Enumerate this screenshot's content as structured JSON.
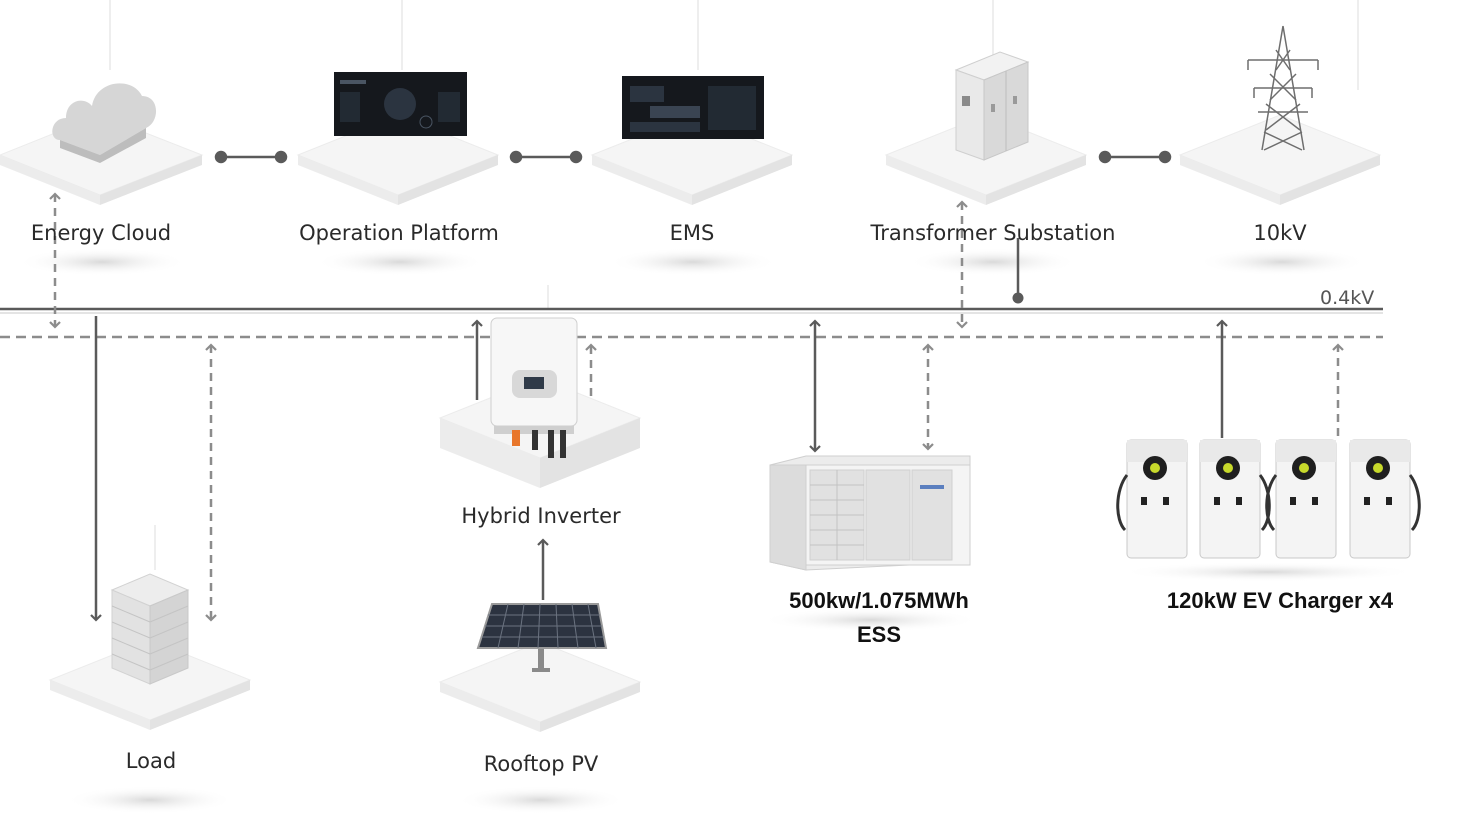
{
  "nodes": {
    "energy_cloud": {
      "label": "Energy Cloud",
      "icon": "cloud-icon"
    },
    "operation_platform": {
      "label": "Operation Platform",
      "icon": "dashboard-screen-icon"
    },
    "ems": {
      "label": "EMS",
      "icon": "ems-screen-icon"
    },
    "transformer_substation": {
      "label": "Transformer Substation",
      "icon": "substation-cabinet-icon"
    },
    "grid_10kv": {
      "label": "10kV",
      "icon": "transmission-tower-icon"
    },
    "hybrid_inverter": {
      "label": "Hybrid Inverter",
      "icon": "inverter-icon"
    },
    "ess": {
      "label_line1": "500kw/1.075MWh",
      "label_line2": "ESS",
      "icon": "battery-container-icon"
    },
    "ev_charger": {
      "label": "120kW EV Charger x4",
      "icon": "ev-charger-icon"
    },
    "load": {
      "label": "Load",
      "icon": "server-stack-icon"
    },
    "rooftop_pv": {
      "label": "Rooftop PV",
      "icon": "solar-panel-icon"
    }
  },
  "bus": {
    "label": "0.4kV"
  },
  "colors": {
    "power_line": "#5a5a5a",
    "comm_line": "#8c8c8c",
    "platform": "#f4f4f4",
    "screen": "#15181d",
    "text": "#2a2a2a"
  }
}
